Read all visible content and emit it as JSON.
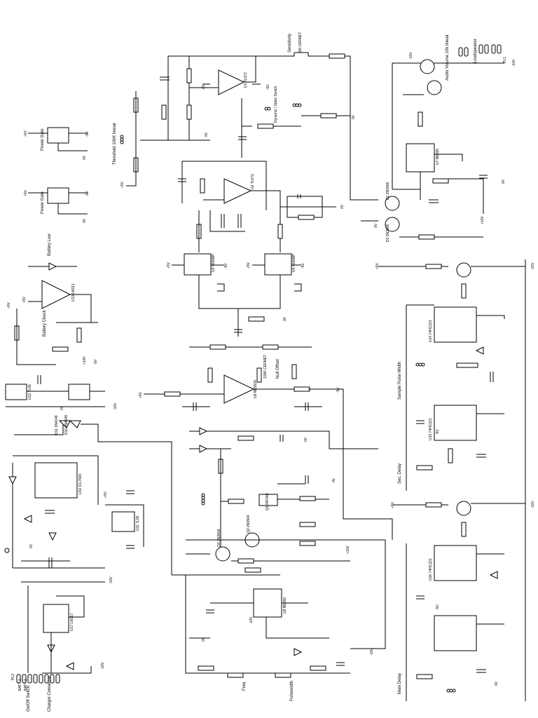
{
  "colors": {
    "ink": "#000000",
    "paper": "#ffffff"
  },
  "labels": {
    "sensitivity": "Sensitivity",
    "sensitivity_cermet": "1M CERMET",
    "dynamic_static": "Dynamic / Static Switch",
    "threshold": "Threshold 100K lineair",
    "audio_volume": "Audio Volume 10k lineair",
    "loudspeaker": "Loudspeaker",
    "battery_low": "Battery Low",
    "battery_check": "Battery Check",
    "null_offset": "Null Offset",
    "null_cermet": "100K CERMET",
    "sample_pulse_width": "Sample Pulse Width",
    "sec_delay": "Sec. Delay",
    "main_delay": "Main Delay",
    "freq": "Freq",
    "pulsewidth": "Pulsewidth",
    "power_gate_1": "Power Gate",
    "power_gate_2": "Power Gate",
    "on_off_switch": "On/Off Switch",
    "charger_connector": "Charger Connector",
    "batt1": "BATT-1",
    "batt2": "BATT-2",
    "pl1": "PL1",
    "pl2": "PL2"
  },
  "components": {
    "u1": "U1 TL072",
    "u2": "U2 TL072",
    "u3": "U3 4066BP",
    "u4": "U4 4066BP",
    "u7": "U7 NE555",
    "u8": "U8 NE555",
    "u9": "U9 NE5534",
    "u10": "U10 ICL7660",
    "u11": "U11 7L05",
    "u12": "U12 7L05",
    "u13": "U13 LM311",
    "u14": "U14 74HC221",
    "u15": "U15 74HC221",
    "u16": "U16 74HC221",
    "u17": "U17 LM317",
    "q1": "Q1 IRF540",
    "q2": "Q2 2N3904",
    "q3": "Q3 2N3906",
    "d1": "D1 2N3906",
    "d2": "D2 2N3906",
    "d10": "D10 1N4148",
    "d11": "D11 1N4148"
  },
  "rails": {
    "p5v": "+5V",
    "n5v": "-5V",
    "p10v": "+10V",
    "n10v": "-10V",
    "gnd": "0V"
  }
}
